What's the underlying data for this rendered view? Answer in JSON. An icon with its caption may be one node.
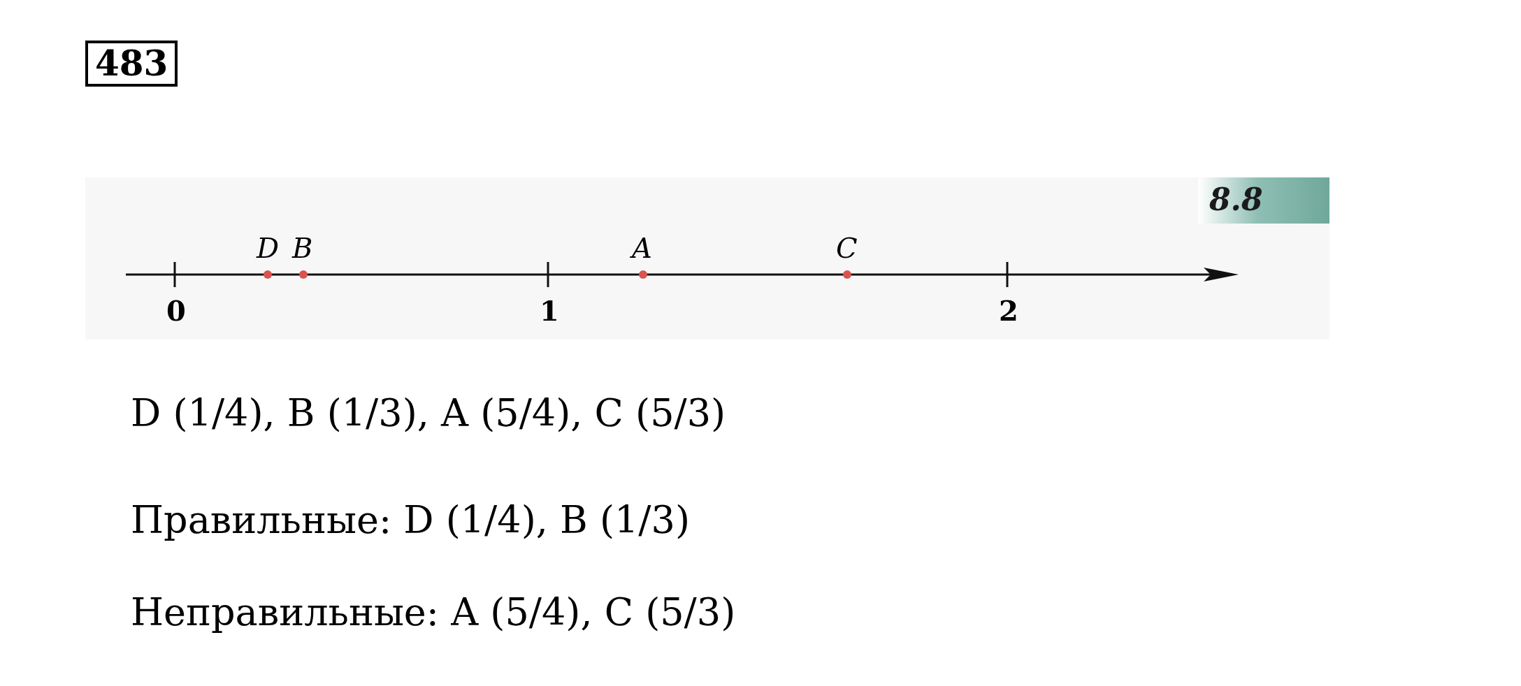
{
  "diagram": {
    "labels": [
      "483",
      "8.8",
      "D",
      "B",
      "A",
      "C",
      "0",
      "1",
      "2",
      "D (1/4), B (1/3), A (5/4), C (5/3)",
      "Правильные: D (1/4), B (1/3)",
      "Неправильные: A (5/4), C (5/3)"
    ]
  }
}
